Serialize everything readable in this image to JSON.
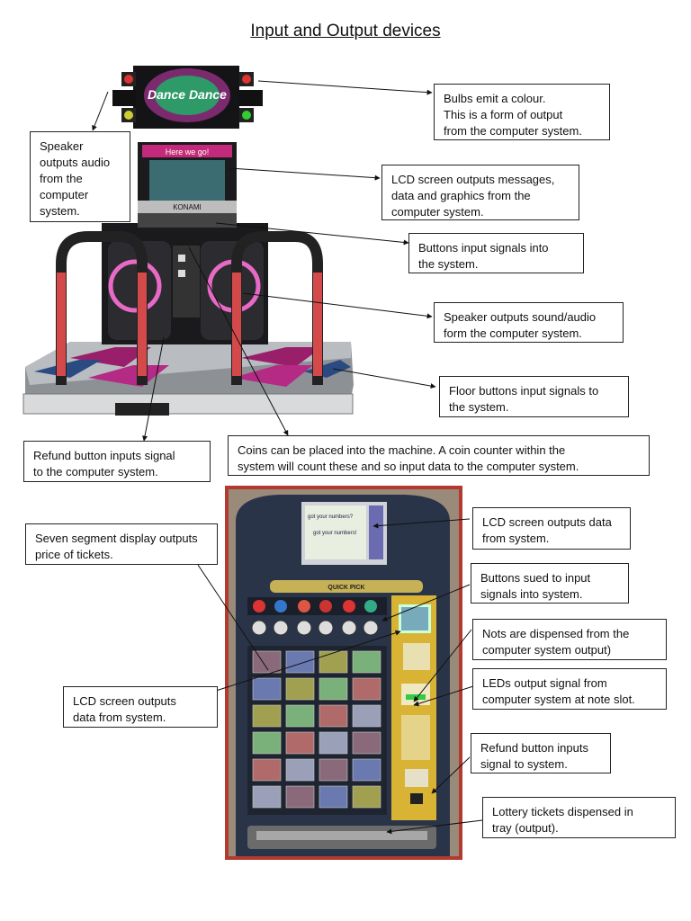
{
  "title": "Input and Output devices",
  "labels": {
    "bulbs": "Bulbs emit a colour.\nThis is a form of output\nfrom the computer system.",
    "speaker_top": "Speaker\noutputs audio\nfrom the\ncomputer\nsystem.",
    "lcd_dance": "LCD screen outputs messages,\ndata and graphics from the\ncomputer system.",
    "buttons_dance": "Buttons input signals into\nthe system.",
    "speaker_side": "Speaker outputs sound/audio\nform the computer system.",
    "floor_buttons": "Floor buttons input signals to\nthe system.",
    "refund_dance": "Refund button inputs signal\nto the computer system.",
    "coins": "Coins can be placed into the machine. A coin counter within the\nsystem will count these and so input data to the computer system.",
    "seven_segment": "Seven segment display outputs\nprice of tickets.",
    "lcd_lottery": "LCD screen outputs data\nfrom system.",
    "buttons_lottery": "Buttons sued to input\nsignals into system.",
    "notes": "Nots are dispensed from the\ncomputer system output)",
    "leds": "LEDs output signal from\ncomputer system at note slot.",
    "lcd_lottery_lower": "LCD screen outputs\ndata from system.",
    "refund_lottery": "Refund button inputs\nsignal to system.",
    "tray": "Lottery tickets dispensed in\ntray (output)."
  },
  "machine_text": {
    "dance_logo": "Dance Dance",
    "marquee": "Here we go!",
    "brand": "KONAMI",
    "screen_line1": "got your numbers?",
    "screen_line2": "got your numbers!",
    "quick_pick": "QUICK PICK"
  }
}
